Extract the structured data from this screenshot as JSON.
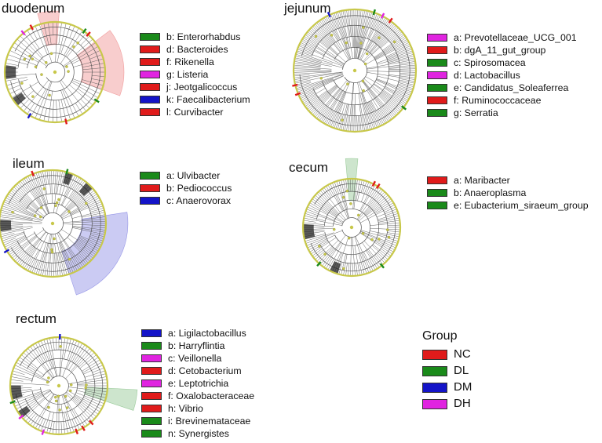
{
  "colors": {
    "NC": "#e01b1b",
    "DL": "#1a8a1a",
    "DM": "#1414c8",
    "DH": "#e024e0",
    "node": "#c8c84a",
    "tree": "#555555"
  },
  "panels": [
    {
      "key": "duodenum",
      "title": "duodenum",
      "legend": [
        {
          "letter": "b",
          "label": "b: Enterorhabdus",
          "group": "DL"
        },
        {
          "letter": "d",
          "label": "d: Bacteroides",
          "group": "NC"
        },
        {
          "letter": "f",
          "label": "f: Rikenella",
          "group": "NC"
        },
        {
          "letter": "g",
          "label": "g: Listeria",
          "group": "DH"
        },
        {
          "letter": "j",
          "label": "j: Jeotgalicoccus",
          "group": "NC"
        },
        {
          "letter": "k",
          "label": "k: Faecalibacterium",
          "group": "DM"
        },
        {
          "letter": "l",
          "label": "l: Curvibacter",
          "group": "NC"
        }
      ]
    },
    {
      "key": "jejunum",
      "title": "jejunum",
      "legend": [
        {
          "letter": "a",
          "label": "a: Prevotellaceae_UCG_001",
          "group": "DH"
        },
        {
          "letter": "b",
          "label": "b: dgA_11_gut_group",
          "group": "NC"
        },
        {
          "letter": "c",
          "label": "c: Spirosomacea",
          "group": "DL"
        },
        {
          "letter": "d",
          "label": "d: Lactobacillus",
          "group": "DH"
        },
        {
          "letter": "e",
          "label": "e: Candidatus_Soleaferrea",
          "group": "DL"
        },
        {
          "letter": "f",
          "label": "f: Ruminococcaceae",
          "group": "NC"
        },
        {
          "letter": "g",
          "label": "g: Serratia",
          "group": "DL"
        }
      ]
    },
    {
      "key": "ileum",
      "title": "ileum",
      "legend": [
        {
          "letter": "a",
          "label": "a: Ulvibacter",
          "group": "DL"
        },
        {
          "letter": "b",
          "label": "b: Pediococcus",
          "group": "NC"
        },
        {
          "letter": "c",
          "label": "c: Anaerovorax",
          "group": "DM"
        }
      ]
    },
    {
      "key": "cecum",
      "title": "cecum",
      "legend": [
        {
          "letter": "a",
          "label": "a: Maribacter",
          "group": "NC"
        },
        {
          "letter": "b",
          "label": "b: Anaeroplasma",
          "group": "DL"
        },
        {
          "letter": "e",
          "label": "e: Eubacterium_siraeum_group",
          "group": "DL"
        }
      ]
    },
    {
      "key": "rectum",
      "title": "rectum",
      "legend": [
        {
          "letter": "a",
          "label": "a: Ligilactobacillus",
          "group": "DM"
        },
        {
          "letter": "b",
          "label": "b: Harryflintia",
          "group": "DL"
        },
        {
          "letter": "c",
          "label": "c: Veillonella",
          "group": "DH"
        },
        {
          "letter": "d",
          "label": "d: Cetobacterium",
          "group": "NC"
        },
        {
          "letter": "e",
          "label": "e: Leptotrichia",
          "group": "DH"
        },
        {
          "letter": "f",
          "label": "f: Oxalobacteraceae",
          "group": "NC"
        },
        {
          "letter": "h",
          "label": "h: Vibrio",
          "group": "NC"
        },
        {
          "letter": "i",
          "label": "i: Brevinemataceae",
          "group": "DL"
        },
        {
          "letter": "n",
          "label": "n: Synergistes",
          "group": "DL"
        }
      ]
    }
  ],
  "group_legend": {
    "title": "Group",
    "items": [
      {
        "key": "NC",
        "label": "NC"
      },
      {
        "key": "DL",
        "label": "DL"
      },
      {
        "key": "DM",
        "label": "DM"
      },
      {
        "key": "DH",
        "label": "DH"
      }
    ]
  }
}
